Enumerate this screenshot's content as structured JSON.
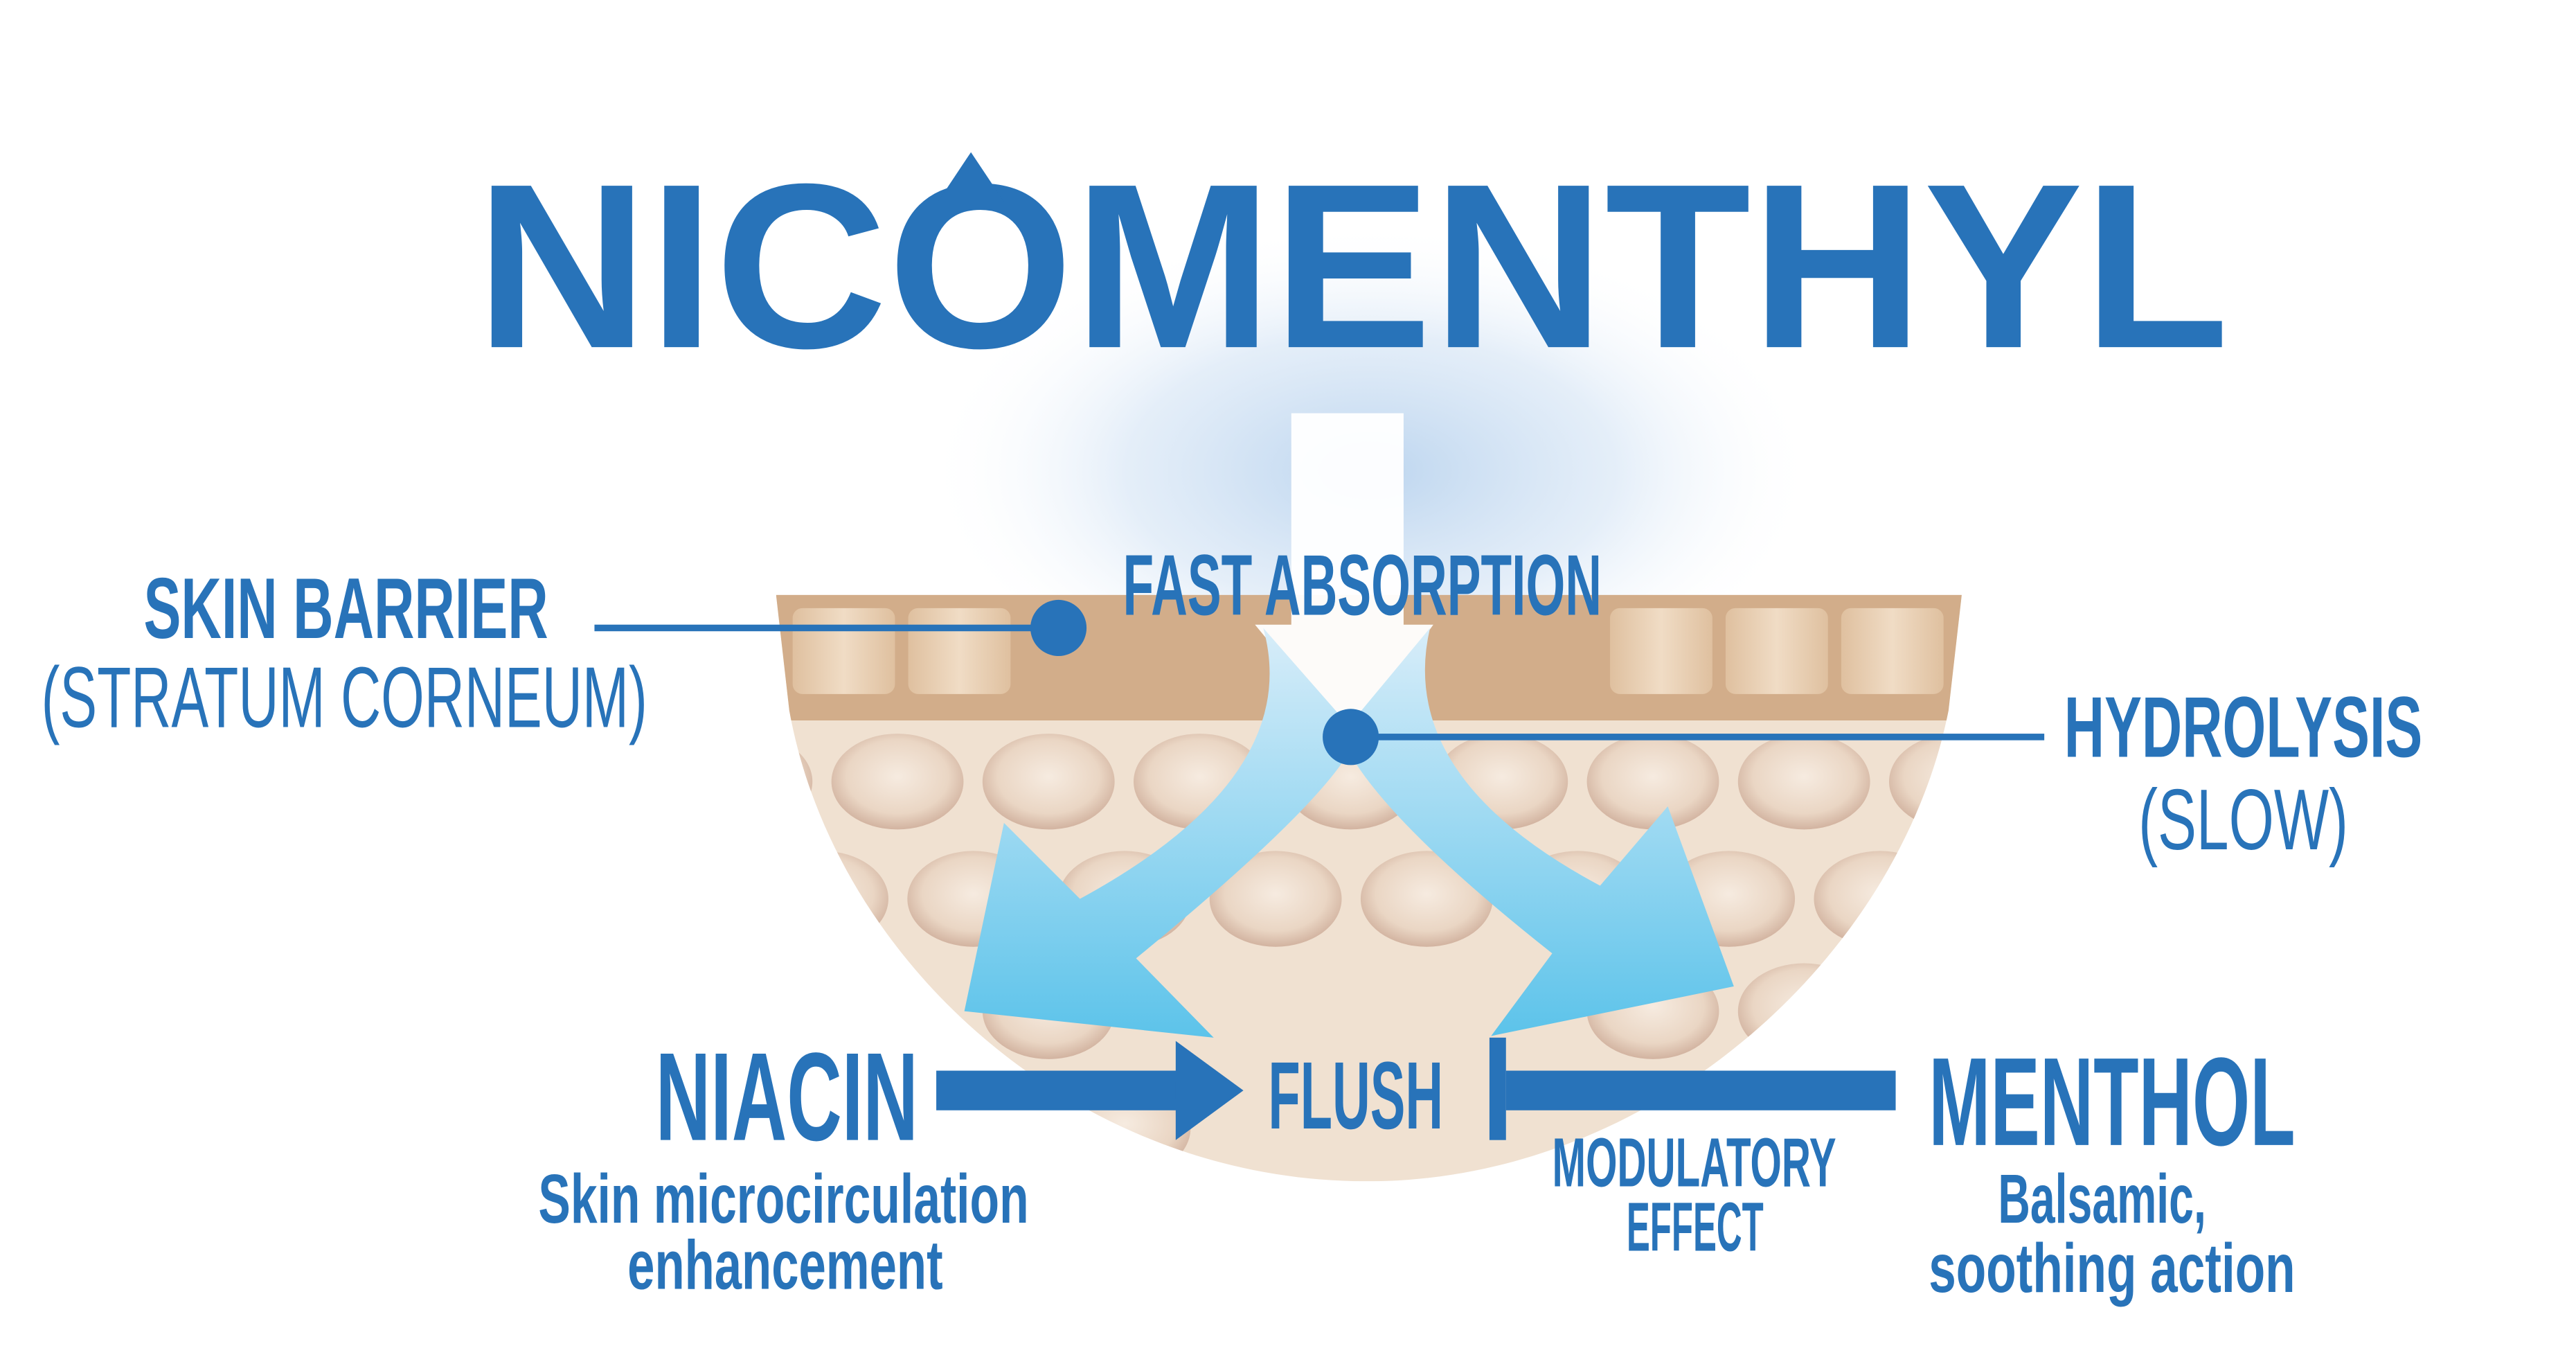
{
  "title": {
    "prefix": "NIC",
    "letter_o_as_drop": "O",
    "suffix": "MENTHYL",
    "full": "NICOMENTHYL"
  },
  "colors": {
    "brand_blue": "#2873b9",
    "skin_band": "#d2ad8a",
    "skin_body": "#f0e1d1",
    "arrow_top": "#d8edf9",
    "arrow_bottom": "#5cc3ea"
  },
  "labels": {
    "skin_barrier": "SKIN BARRIER",
    "stratum_corneum": "(STRATUM CORNEUM)",
    "fast_absorption": "FAST ABSORPTION",
    "hydrolysis": "HYDROLYSIS",
    "slow": "(SLOW)",
    "niacin": "NIACIN",
    "niacin_desc_1": "Skin microcirculation",
    "niacin_desc_2": "enhancement",
    "flush": "FLUSH",
    "modulatory_1": "MODULATORY",
    "modulatory_2": "EFFECT",
    "menthol": "MENTHOL",
    "menthol_desc_1": "Balsamic,",
    "menthol_desc_2": "soothing action"
  }
}
